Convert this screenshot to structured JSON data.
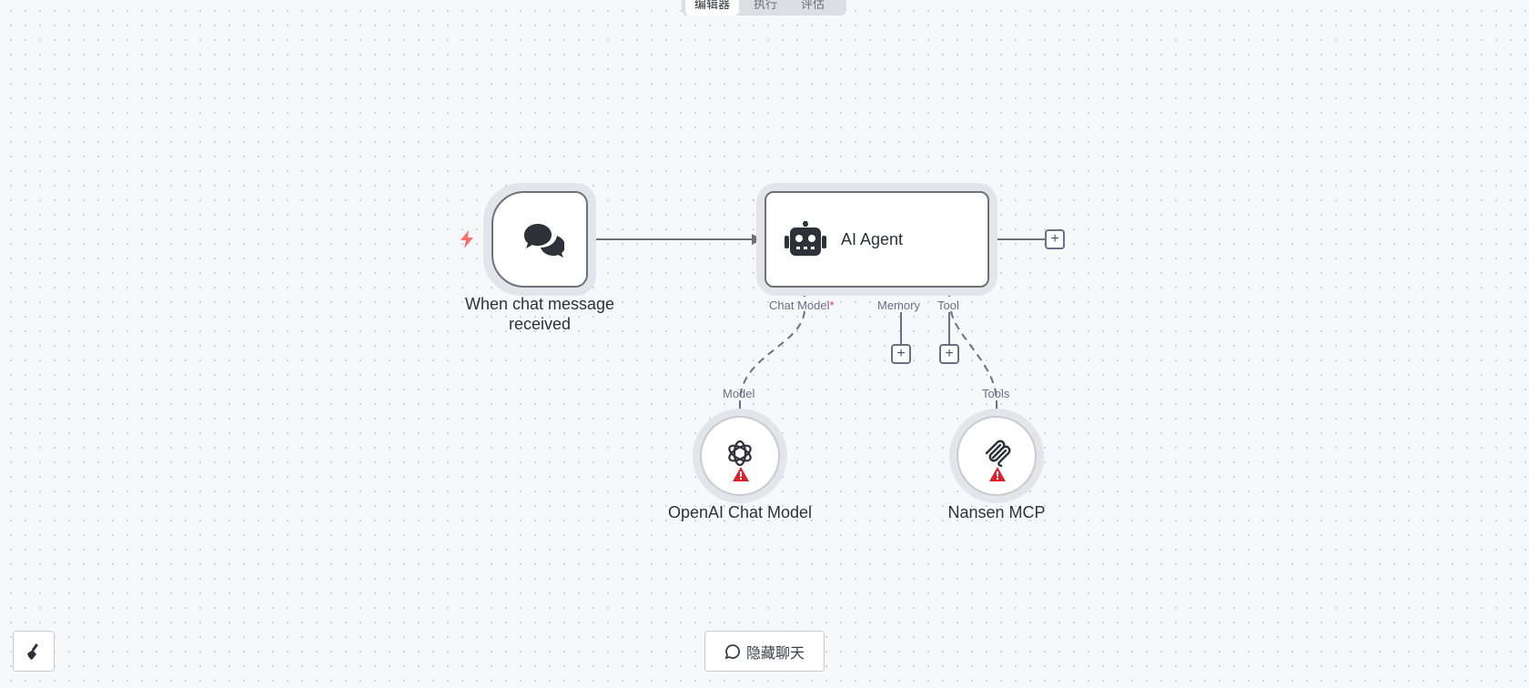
{
  "tabs": [
    {
      "label": "编辑器",
      "active": true
    },
    {
      "label": "执行",
      "active": false
    },
    {
      "label": "评估",
      "active": false
    }
  ],
  "nodes": {
    "trigger": {
      "label_line1": "When chat message",
      "label_line2": "received",
      "icon": "chat-bubbles-icon",
      "badge_icon": "lightning-icon"
    },
    "agent": {
      "title": "AI Agent",
      "icon": "robot-icon"
    },
    "openai": {
      "label": "OpenAI Chat Model",
      "icon": "openai-logo-icon",
      "warning_icon": "warning-triangle-icon"
    },
    "nansen": {
      "label": "Nansen MCP",
      "icon": "mcp-logo-icon",
      "warning_icon": "warning-triangle-icon"
    }
  },
  "ports": {
    "chat_model": "Chat Model",
    "chat_model_required": "*",
    "memory": "Memory",
    "tool": "Tool",
    "model": "Model",
    "tools": "Tools"
  },
  "buttons": {
    "hide_chat": "隐藏聊天",
    "clear_icon": "broom-icon",
    "add_icon": "plus-icon"
  },
  "colors": {
    "accent_port": "#8a8fc4",
    "warning": "#e0202b",
    "trigger_badge": "#ff6d6d",
    "edge": "#6f7178"
  }
}
